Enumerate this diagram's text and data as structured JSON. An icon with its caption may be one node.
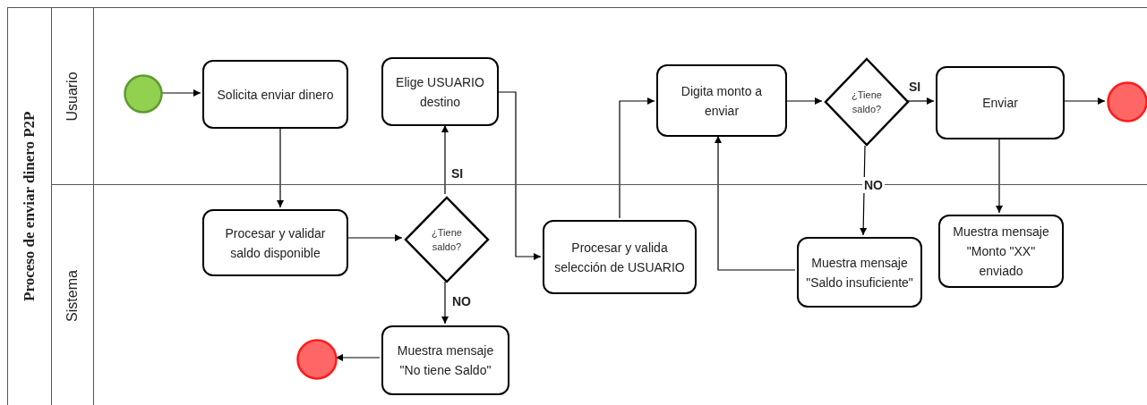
{
  "diagram": {
    "nodes": [
      {
        "text": [
          "Proceso de enviar dinero P2P"
        ]
      },
      {
        "text": [
          "Usuario"
        ],
        "in": 0
      },
      {
        "text": [
          "Sistema"
        ],
        "in": 0
      },
      {
        "text": [],
        "shape": "circle",
        "in": 1
      },
      {
        "text": [
          "Solicita enviar dinero"
        ],
        "in": 1
      },
      {
        "text": [
          "Elige USUARIO destino"
        ],
        "in": 1
      },
      {
        "text": [
          "Digita monto a enviar"
        ],
        "in": 1
      },
      {
        "text": [
          "¿Tiene saldo?"
        ],
        "in": 1
      },
      {
        "text": [
          "Enviar"
        ],
        "in": 1
      },
      {
        "text": [],
        "shape": "circle",
        "in": 1
      },
      {
        "text": [
          "Procesar y validar saldo disponible"
        ],
        "in": 2
      },
      {
        "text": [
          "¿Tiene saldo?"
        ],
        "in": 2
      },
      {
        "text": [
          "Procesar y valida selección de USUARIO"
        ],
        "in": 2
      },
      {
        "text": [
          "Muestra mensaje \"Saldo insuficiente\""
        ],
        "in": 2
      },
      {
        "text": [
          "Muestra mensaje \"Monto \"XX\" enviado"
        ],
        "in": 2
      },
      {
        "text": [
          "Muestra mensaje \"No tiene Saldo\""
        ],
        "in": 2
      },
      {
        "text": [],
        "shape": "circle",
        "in": 2
      }
    ],
    "edges": [
      {
        "from": 3,
        "to": 4,
        "arrow": "to"
      },
      {
        "from": 4,
        "to": 10,
        "arrow": "to"
      },
      {
        "from": 10,
        "to": 11,
        "arrow": "to"
      },
      {
        "from": 11,
        "to": 5,
        "arrow": "to",
        "label": "SI"
      },
      {
        "from": 11,
        "to": 15,
        "arrow": "to",
        "label": "NO"
      },
      {
        "from": 15,
        "to": 16,
        "arrow": "to"
      },
      {
        "from": 5,
        "to": 12,
        "arrow": "to"
      },
      {
        "from": 12,
        "to": 6,
        "arrow": "to"
      },
      {
        "from": 6,
        "to": 7,
        "arrow": "to"
      },
      {
        "from": 7,
        "to": 8,
        "arrow": "to",
        "label": "SI"
      },
      {
        "from": 7,
        "to": 13,
        "arrow": "to",
        "label": "NO"
      },
      {
        "from": 13,
        "to": 6,
        "arrow": "to"
      },
      {
        "from": 8,
        "to": 14,
        "arrow": "to"
      },
      {
        "from": 8,
        "to": 9,
        "arrow": "to"
      }
    ]
  }
}
